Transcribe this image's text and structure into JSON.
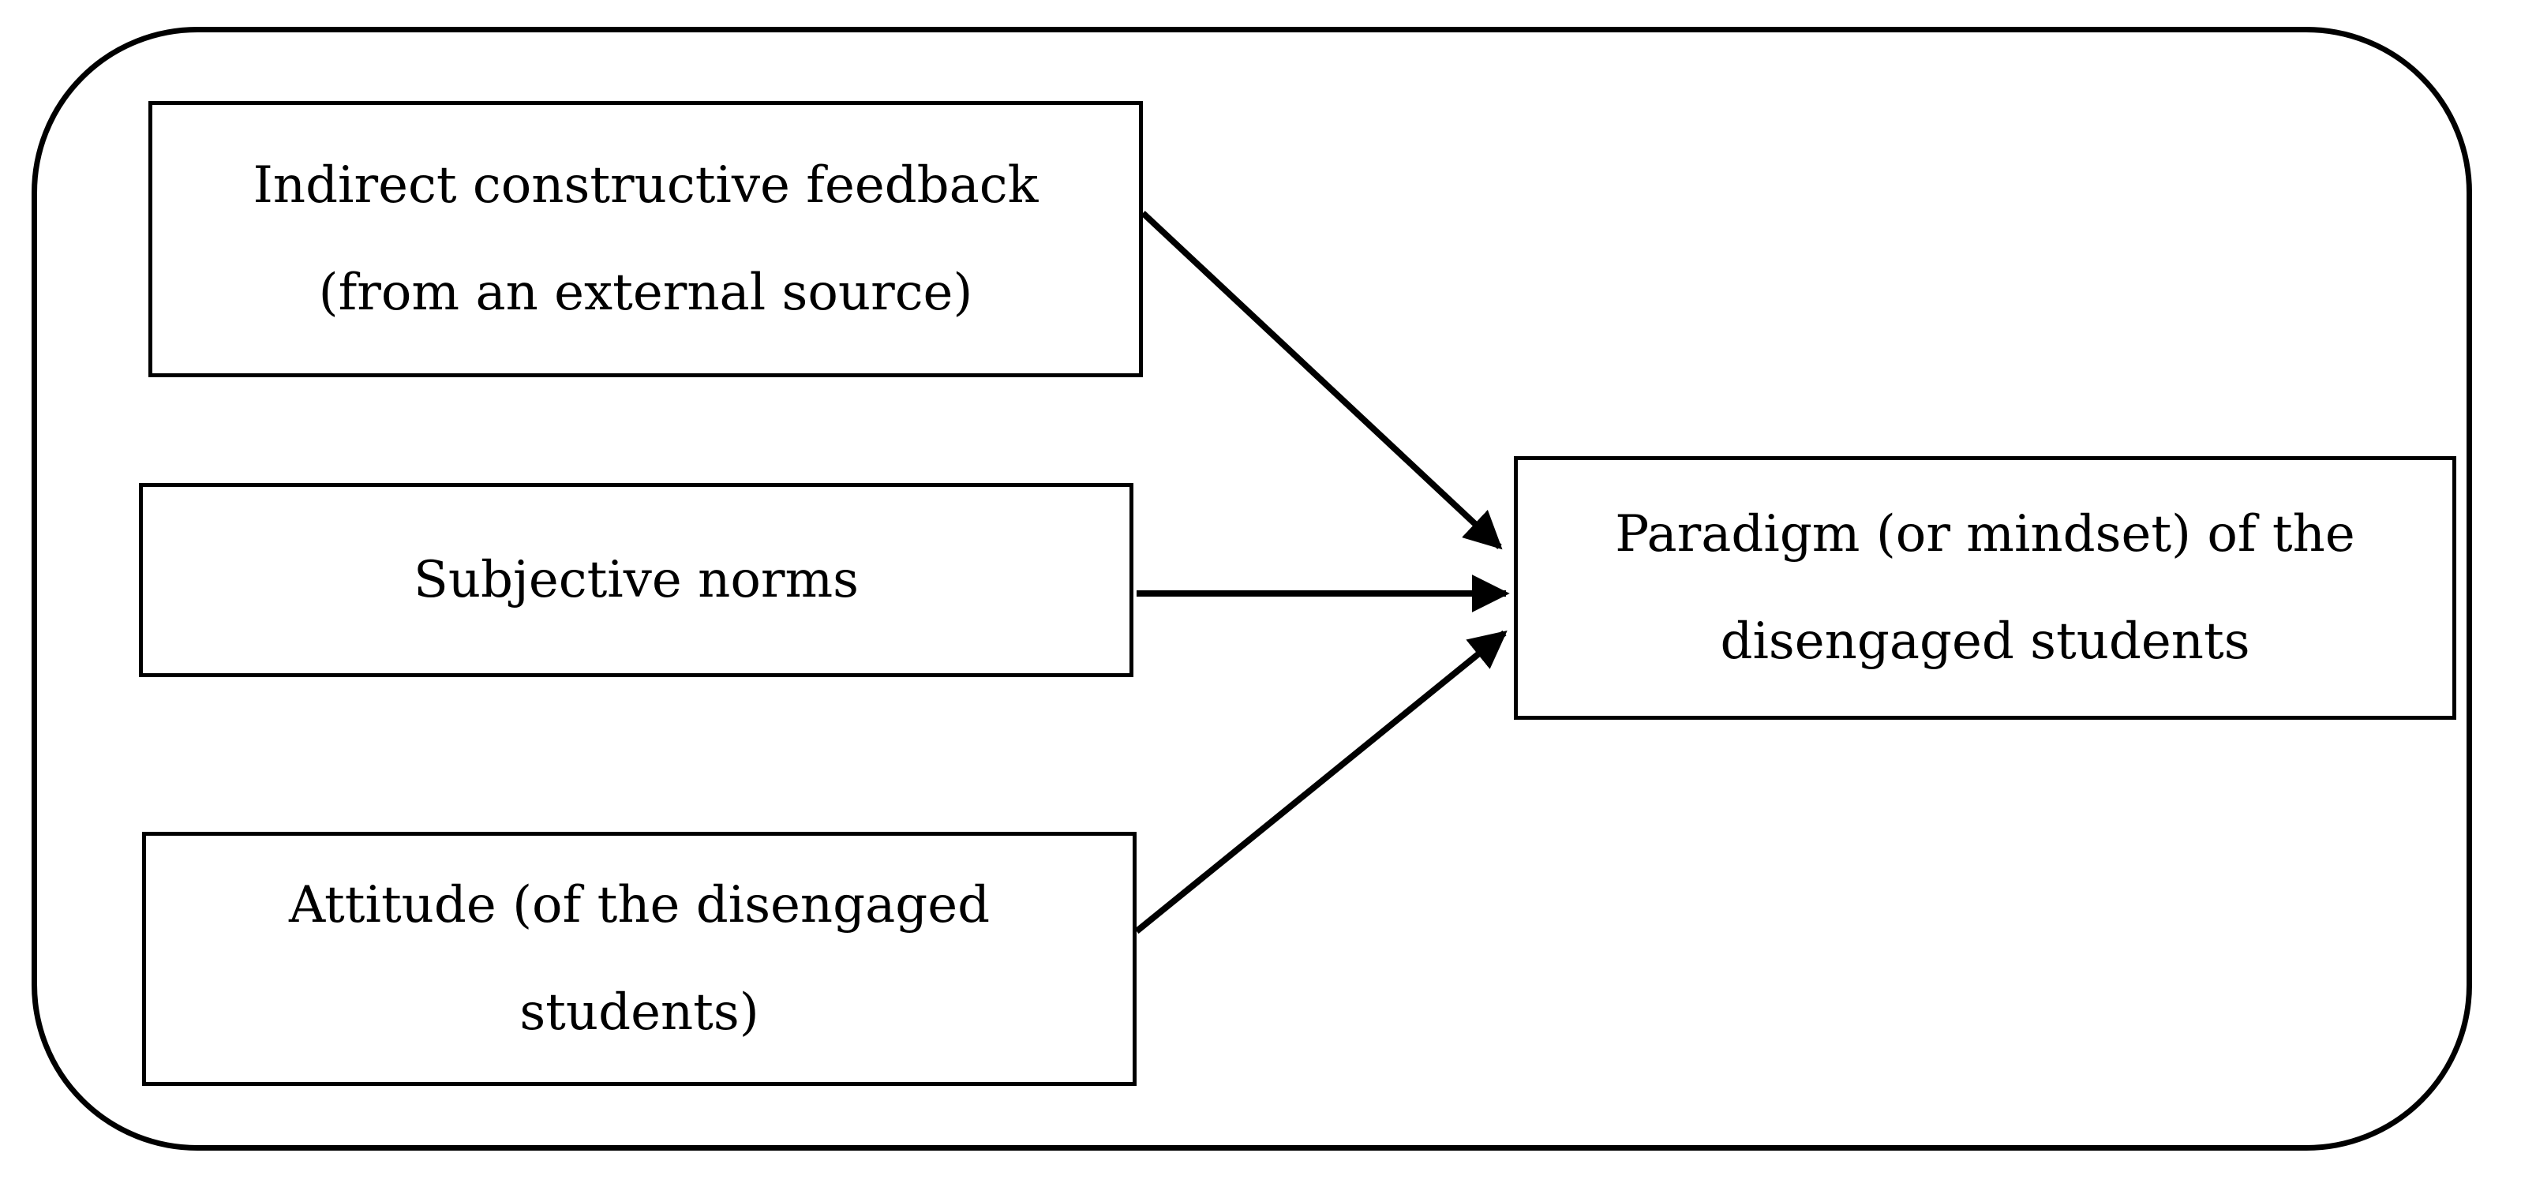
{
  "diagram": {
    "nodes": {
      "feedback": {
        "line1": "Indirect constructive feedback",
        "line2": "(from an external source)"
      },
      "norms": {
        "line1": "Subjective norms"
      },
      "attitude": {
        "line1": "Attitude (of the disengaged",
        "line2": "students)"
      },
      "paradigm": {
        "line1": "Paradigm (or mindset) of the",
        "line2": "disengaged students"
      }
    },
    "edges": [
      {
        "from": "feedback",
        "to": "paradigm"
      },
      {
        "from": "norms",
        "to": "paradigm"
      },
      {
        "from": "attitude",
        "to": "paradigm"
      }
    ]
  }
}
